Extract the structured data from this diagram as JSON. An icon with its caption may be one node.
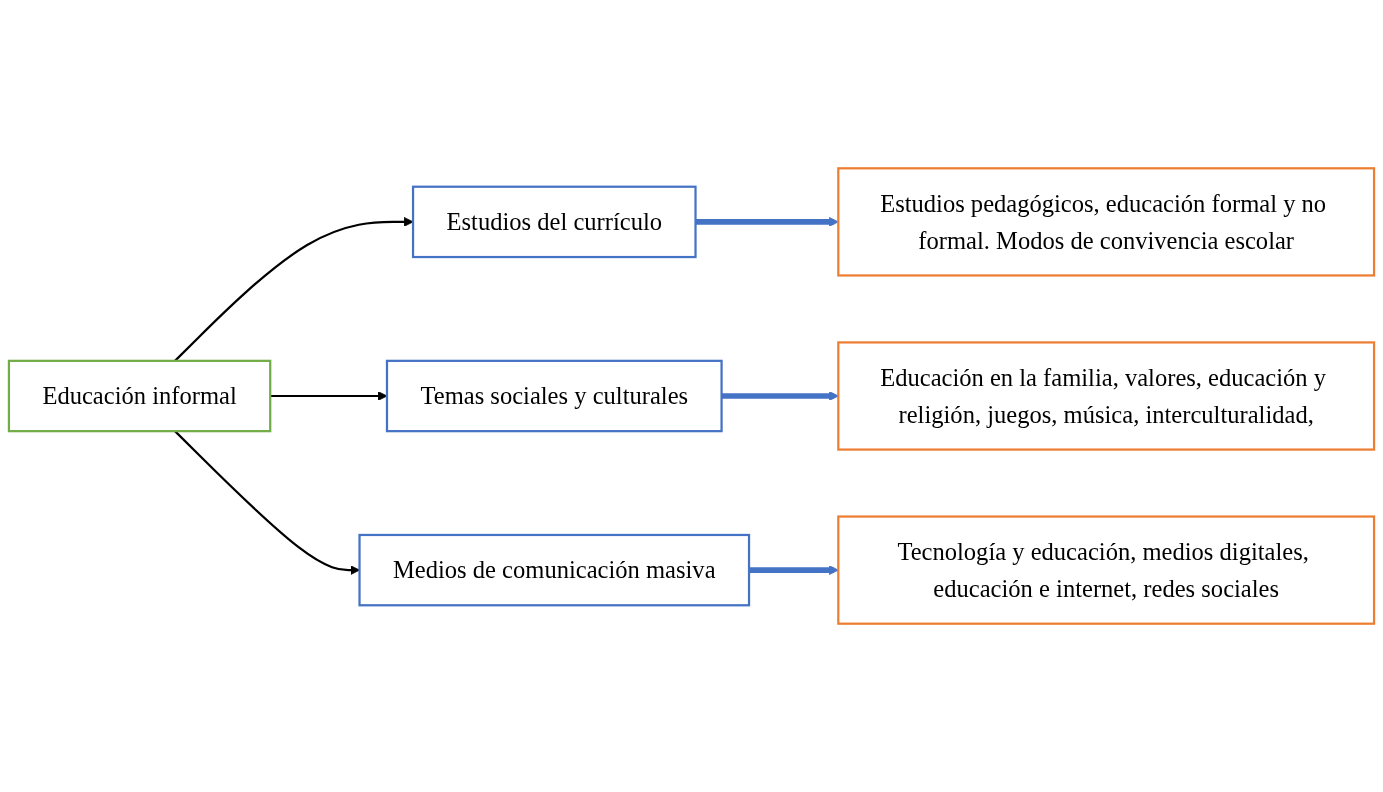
{
  "diagram": {
    "nodes": [
      {
        "text": [
          "Educación informal"
        ]
      },
      {
        "text": [
          "Estudios del currículo"
        ]
      },
      {
        "text": [
          "Temas sociales y culturales"
        ]
      },
      {
        "text": [
          "Medios de comunicación masiva"
        ]
      },
      {
        "text": [
          "Estudios pedagógicos, educación formal y no formal. Modos de convivencia escolar"
        ]
      },
      {
        "text": [
          "Educación en la familia, valores, educación y religión, juegos, música, interculturalidad,"
        ]
      },
      {
        "text": [
          "Tecnología y educación, medios digitales, educación e internet, redes sociales"
        ]
      }
    ],
    "edges": [
      {
        "from": 0,
        "to": 1,
        "arrow": "to"
      },
      {
        "from": 0,
        "to": 2,
        "arrow": "to"
      },
      {
        "from": 0,
        "to": 3,
        "arrow": "to"
      },
      {
        "from": 1,
        "to": 4,
        "arrow": "to",
        "style": "thick",
        "color": "#4472c4"
      },
      {
        "from": 2,
        "to": 5,
        "arrow": "to",
        "style": "thick",
        "color": "#4472c4"
      },
      {
        "from": 3,
        "to": 6,
        "arrow": "to",
        "style": "thick",
        "color": "#4472c4"
      }
    ]
  }
}
